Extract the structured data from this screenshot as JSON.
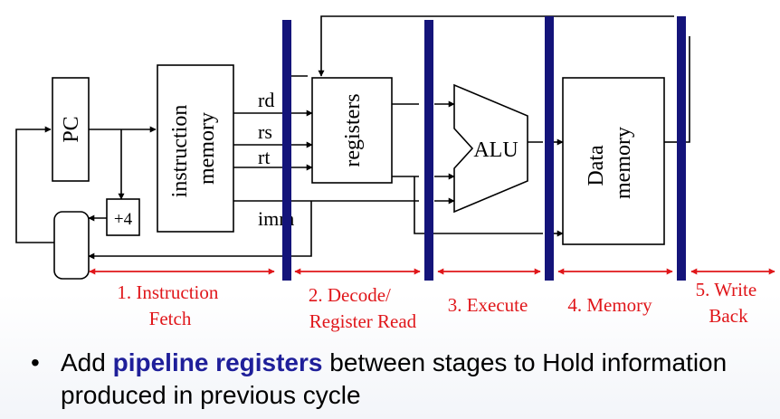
{
  "blocks": {
    "pc": "PC",
    "instruction_memory": "instruction memory",
    "plus4": "+4",
    "registers": "registers",
    "alu": "ALU",
    "data_memory": "Data memory"
  },
  "signals": {
    "rd": "rd",
    "rs": "rs",
    "rt": "rt",
    "imm": "imm"
  },
  "stages": [
    {
      "line1": "1. Instruction",
      "line2": "Fetch"
    },
    {
      "line1": "2. Decode/",
      "line2": "Register Read"
    },
    {
      "line1": "3. Execute"
    },
    {
      "line1": "4. Memory"
    },
    {
      "line1": "5. Write",
      "line2": "Back"
    }
  ],
  "bullet": {
    "symbol": "•",
    "before": "Add ",
    "keyword": "pipeline registers",
    "after": " between stages to Hold information produced in previous cycle"
  },
  "colors": {
    "pipeline_register": "#14147a",
    "stage_label": "#e0161a",
    "keyword": "#1f1f9a",
    "wire": "#000000"
  }
}
